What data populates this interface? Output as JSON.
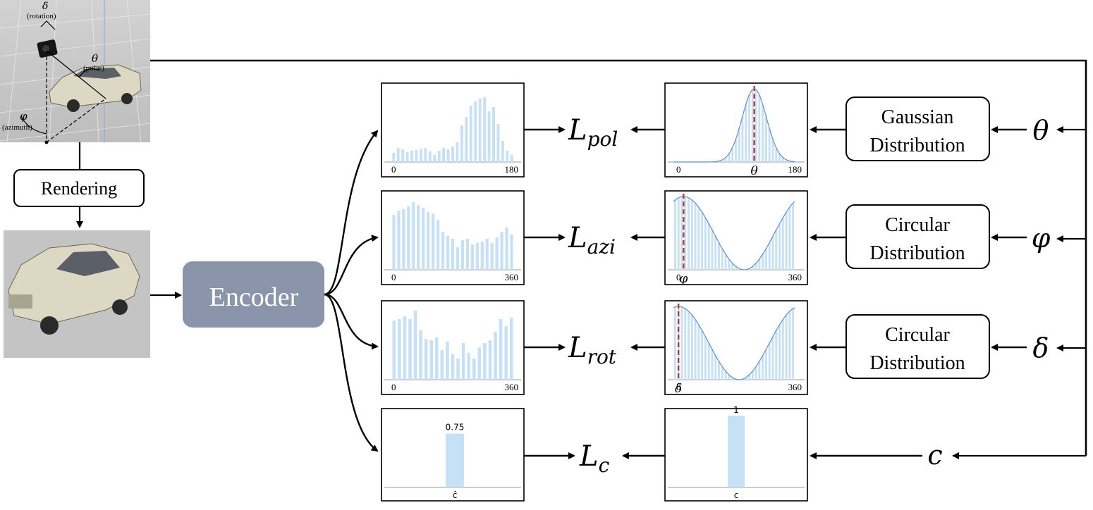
{
  "scene": {
    "label_rotation_symbol": "δ",
    "label_rotation": "(rotation)",
    "label_polar_symbol": "θ",
    "label_polar": "(polar)",
    "label_azimuth_symbol": "φ",
    "label_azimuth": "(azimuth)"
  },
  "rendering_label": "Rendering",
  "encoder_label": "Encoder",
  "colors": {
    "encoder": "#8a94ab",
    "bar": "#c6e0f5",
    "curve": "#5b8fd0",
    "marker": "#c0392b",
    "car": "#ddd8c3"
  },
  "rows": [
    {
      "id": "pol",
      "loss_main": "L",
      "loss_sub": "pol",
      "distribution_line1": "Gaussian",
      "distribution_line2": "Distribution",
      "param_symbol": "θ",
      "predicted_axis": {
        "min_label": "0",
        "max_label": "180"
      },
      "target_axis": {
        "min_label": "0",
        "max_label": "180",
        "marker_label": "θ"
      }
    },
    {
      "id": "azi",
      "loss_main": "L",
      "loss_sub": "azi",
      "distribution_line1": "Circular",
      "distribution_line2": "Distribution",
      "param_symbol": "φ",
      "predicted_axis": {
        "min_label": "0",
        "max_label": "360"
      },
      "target_axis": {
        "min_label": "0",
        "max_label": "360",
        "marker_label": "φ"
      }
    },
    {
      "id": "rot",
      "loss_main": "L",
      "loss_sub": "rot",
      "distribution_line1": "Circular",
      "distribution_line2": "Distribution",
      "param_symbol": "δ",
      "predicted_axis": {
        "min_label": "0",
        "max_label": "360"
      },
      "target_axis": {
        "min_label": "0",
        "max_label": "360",
        "marker_label": "δ"
      }
    }
  ],
  "confidence_row": {
    "loss_main": "L",
    "loss_sub": "c",
    "param_symbol": "c",
    "predicted_value_label": "0.75",
    "predicted_axis_label": "ĉ",
    "target_value_label": "1",
    "target_axis_label": "c"
  },
  "chart_data": [
    {
      "type": "bar",
      "name": "predicted-polar-histogram",
      "xlim": [
        0,
        180
      ],
      "values": [
        0.13,
        0.2,
        0.18,
        0.14,
        0.16,
        0.17,
        0.18,
        0.2,
        0.15,
        0.1,
        0.16,
        0.2,
        0.18,
        0.22,
        0.28,
        0.52,
        0.64,
        0.8,
        0.86,
        0.9,
        0.92,
        0.72,
        0.78,
        0.54,
        0.3,
        0.16,
        0.1
      ]
    },
    {
      "type": "bar",
      "name": "predicted-azimuth-histogram",
      "xlim": [
        0,
        360
      ],
      "values": [
        0.78,
        0.84,
        0.86,
        0.9,
        0.96,
        0.92,
        0.88,
        0.82,
        0.8,
        0.7,
        0.54,
        0.48,
        0.44,
        0.32,
        0.42,
        0.44,
        0.36,
        0.38,
        0.4,
        0.44,
        0.38,
        0.46,
        0.54,
        0.6,
        0.5
      ]
    },
    {
      "type": "bar",
      "name": "predicted-rotation-histogram",
      "xlim": [
        0,
        360
      ],
      "values": [
        0.84,
        0.86,
        0.9,
        0.86,
        0.98,
        0.7,
        0.58,
        0.56,
        0.6,
        0.42,
        0.54,
        0.36,
        0.3,
        0.52,
        0.38,
        0.3,
        0.46,
        0.52,
        0.56,
        0.68,
        0.86,
        0.76,
        0.88
      ]
    },
    {
      "type": "bar",
      "name": "target-polar-gaussian",
      "xlim": [
        0,
        180
      ],
      "marker": 120,
      "distribution": {
        "kind": "gaussian",
        "mean": 120,
        "std": 18
      }
    },
    {
      "type": "bar",
      "name": "target-azimuth-circular",
      "xlim": [
        0,
        360
      ],
      "marker": 30,
      "distribution": {
        "kind": "circular",
        "mean": 30
      }
    },
    {
      "type": "bar",
      "name": "target-rotation-circular",
      "xlim": [
        0,
        360
      ],
      "marker": 15,
      "distribution": {
        "kind": "circular",
        "mean": 15
      }
    },
    {
      "type": "bar",
      "name": "predicted-confidence",
      "values": [
        0.75
      ],
      "ylim": [
        0,
        1
      ]
    },
    {
      "type": "bar",
      "name": "target-confidence",
      "values": [
        1
      ],
      "ylim": [
        0,
        1
      ]
    }
  ]
}
